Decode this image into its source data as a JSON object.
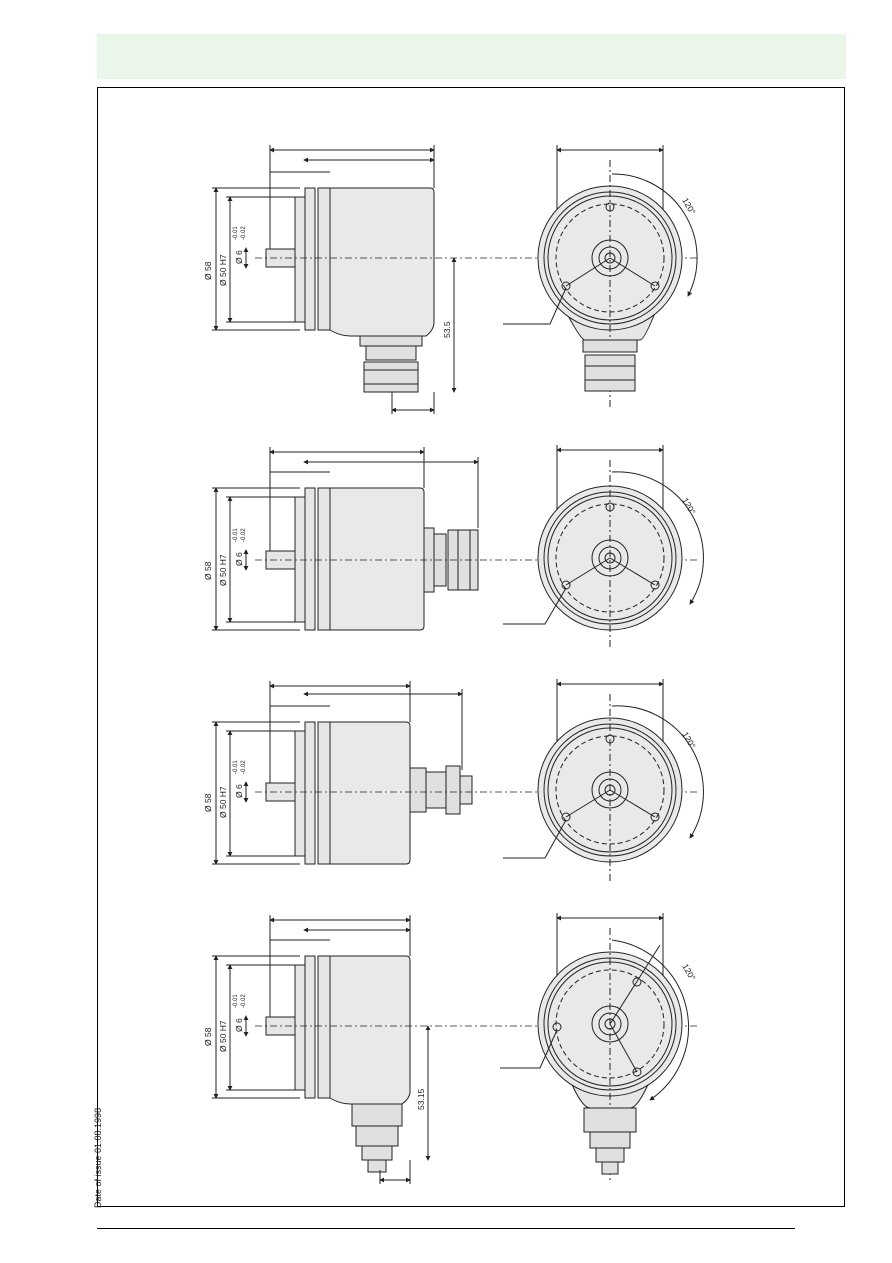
{
  "footer": {
    "date_of_issue": "Date of issue 01.08.1998"
  },
  "dimensions": {
    "dia_58": "Ø 58",
    "dia_50": "Ø 50 H7",
    "dia_6": "Ø 6",
    "tol_upper": "-0.01",
    "tol_lower": "-0.02",
    "angle_120": "120°",
    "radial_height": "53.5",
    "radial_height_cable": "53.15"
  },
  "views": [
    {
      "id": "radial-connector"
    },
    {
      "id": "axial-connector"
    },
    {
      "id": "axial-cable-gland"
    },
    {
      "id": "radial-cable-gland"
    }
  ]
}
